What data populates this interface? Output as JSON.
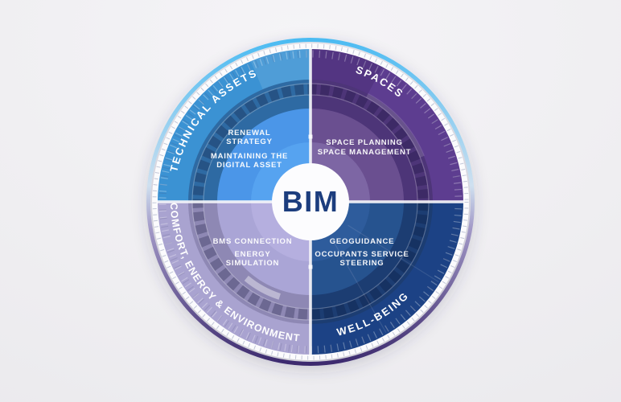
{
  "center": {
    "label": "BIM"
  },
  "quadrants": {
    "technical_assets": {
      "label": "TECHNICAL ASSETS",
      "color": "#3b92d3",
      "sub": [
        [
          "RENEWAL",
          "STRATEGY"
        ],
        [
          "MAINTAINING THE",
          "DIGITAL ASSET"
        ]
      ]
    },
    "spaces": {
      "label": "SPACES",
      "color": "#5d3d90",
      "sub": [
        [
          "SPACE PLANNING",
          "SPACE MANAGEMENT"
        ]
      ]
    },
    "comfort_energy_environment": {
      "label": "COMFORT, ENERGY & ENVIRONMENT",
      "color": "#a9a3d0",
      "sub": [
        [
          "BMS CONNECTION"
        ],
        [
          "ENERGY",
          "SIMULATION"
        ]
      ]
    },
    "well_being": {
      "label": "WELL-BEING",
      "color": "#1d4385",
      "sub": [
        [
          "GEOGUIDANCE"
        ],
        [
          "OCCUPANTS SERVICE",
          "STEERING"
        ]
      ]
    }
  },
  "colors": {
    "background": "#efeef1",
    "ring_top": "#4cbbf2",
    "ring_mid_light": "#d4e2f1",
    "ring_bottom": "#3c2a6e",
    "center_circle": "#fcfcfe",
    "center_text": "#1d3e7e",
    "label_text": "#ffffff"
  }
}
